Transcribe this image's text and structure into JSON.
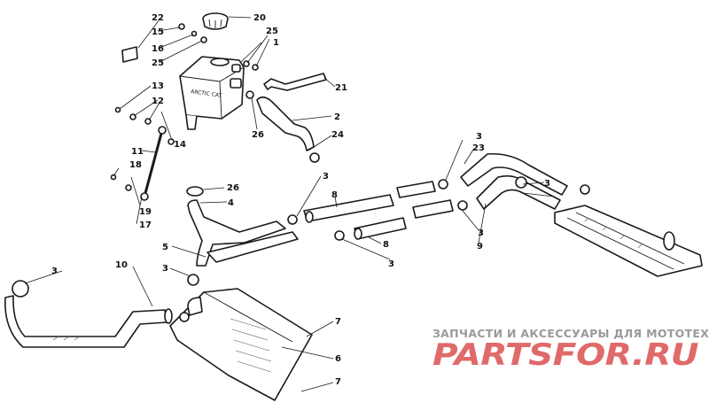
{
  "diagram": {
    "callouts": [
      {
        "id": "c20",
        "label": "20"
      },
      {
        "id": "c22",
        "label": "22"
      },
      {
        "id": "c15",
        "label": "15"
      },
      {
        "id": "c16",
        "label": "16"
      },
      {
        "id": "c25a",
        "label": "25"
      },
      {
        "id": "c25b",
        "label": "25"
      },
      {
        "id": "c1",
        "label": "1"
      },
      {
        "id": "c21",
        "label": "21"
      },
      {
        "id": "c13",
        "label": "13"
      },
      {
        "id": "c12",
        "label": "12"
      },
      {
        "id": "c2",
        "label": "2"
      },
      {
        "id": "c26a",
        "label": "26"
      },
      {
        "id": "c24",
        "label": "24"
      },
      {
        "id": "c11",
        "label": "11"
      },
      {
        "id": "c14",
        "label": "14"
      },
      {
        "id": "c18",
        "label": "18"
      },
      {
        "id": "c19",
        "label": "19"
      },
      {
        "id": "c17",
        "label": "17"
      },
      {
        "id": "c26b",
        "label": "26"
      },
      {
        "id": "c4",
        "label": "4"
      },
      {
        "id": "c3a",
        "label": "3"
      },
      {
        "id": "c8a",
        "label": "8"
      },
      {
        "id": "c23",
        "label": "23"
      },
      {
        "id": "c3b",
        "label": "3"
      },
      {
        "id": "c3c",
        "label": "3"
      },
      {
        "id": "c9",
        "label": "9"
      },
      {
        "id": "c8b",
        "label": "8"
      },
      {
        "id": "c3d",
        "label": "3"
      },
      {
        "id": "c3e",
        "label": "3"
      },
      {
        "id": "c5",
        "label": "5"
      },
      {
        "id": "c3f",
        "label": "3"
      },
      {
        "id": "c10",
        "label": "10"
      },
      {
        "id": "c3g",
        "label": "3"
      },
      {
        "id": "c7a",
        "label": "7"
      },
      {
        "id": "c6",
        "label": "6"
      },
      {
        "id": "c7b",
        "label": "7"
      }
    ]
  },
  "watermark": {
    "tagline": "ЗАПЧАСТИ И АКСЕССУАРЫ ДЛЯ МОТОТЕХНИКИ",
    "logo": "PARTSFOR.RU",
    "logo_color": "#e06a6a"
  }
}
